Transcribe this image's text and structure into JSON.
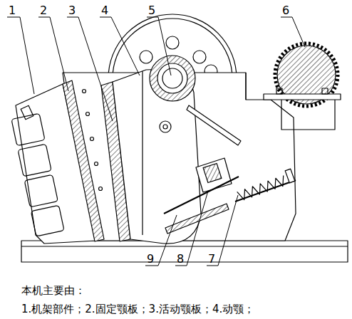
{
  "diagram": {
    "labels": [
      "1",
      "2",
      "3",
      "4",
      "5",
      "6",
      "9",
      "8",
      "7",
      "本机主要由：",
      "1.机架部件；2.固定颚板；3.活动颚板；4.动颚；"
    ]
  }
}
